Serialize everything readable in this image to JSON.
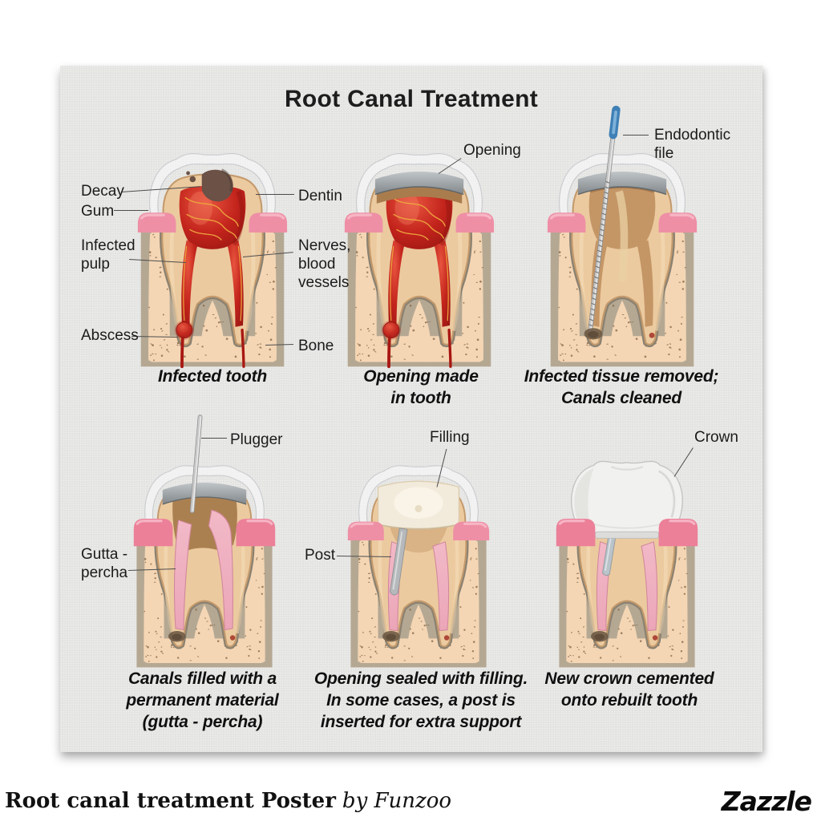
{
  "poster": {
    "title": "Root Canal Treatment",
    "panels": [
      {
        "caption": "Infected tooth",
        "labels": {
          "decay": "Decay",
          "gum": "Gum",
          "infected_pulp": "Infected\npulp",
          "abscess": "Abscess",
          "dentin": "Dentin",
          "nerves": "Nerves,\nblood\nvessels",
          "bone": "Bone"
        }
      },
      {
        "caption": "Opening made\nin tooth",
        "labels": {
          "opening": "Opening"
        }
      },
      {
        "caption": "Infected tissue removed;\nCanals cleaned",
        "labels": {
          "endodontic_file": "Endodontic\nfile"
        }
      },
      {
        "caption": "Canals filled with a\npermanent material\n(gutta - percha)",
        "labels": {
          "plugger": "Plugger",
          "gutta_percha": "Gutta -\npercha"
        }
      },
      {
        "caption": "Opening sealed with filling.\nIn some cases, a post is\ninserted for extra support",
        "labels": {
          "filling": "Filling",
          "post": "Post"
        }
      },
      {
        "caption": "New crown cemented\nonto rebuilt tooth",
        "labels": {
          "crown": "Crown"
        }
      }
    ]
  },
  "footer": {
    "product_name": "Root canal treatment Poster",
    "byline": "by Funzoo",
    "brand": "Zazzle"
  },
  "colors": {
    "poster_bg": "#e5e5e3",
    "gum_pink": "#ee8fa6",
    "gum_pink_tall": "#ec8099",
    "pulp_red": "#c3241c",
    "pulp_red_light": "#e8553f",
    "dentin_tan": "#ecca9f",
    "dentin_edge": "#c49a6c",
    "ligament": "#8a8171",
    "bone_gray": "#b5a893",
    "bone_speckle": "#f4d6b5",
    "speckle_dot": "#7b5b3d",
    "nerve_orange": "#eda43e",
    "decay_brown": "#6b5146",
    "opening_gray": "#9aa0a4",
    "cavity_brown": "#ab8051",
    "gutta_pink": "#eba6b8",
    "gutta_edge": "#d2879c",
    "filling_cream": "#f2ebdb",
    "post_gray": "#b6b9bb",
    "crown_white": "#f1f1ef",
    "file_handle_blue": "#3f80b6",
    "metal": "#c9c9c9",
    "text": "#1b1b1b"
  }
}
